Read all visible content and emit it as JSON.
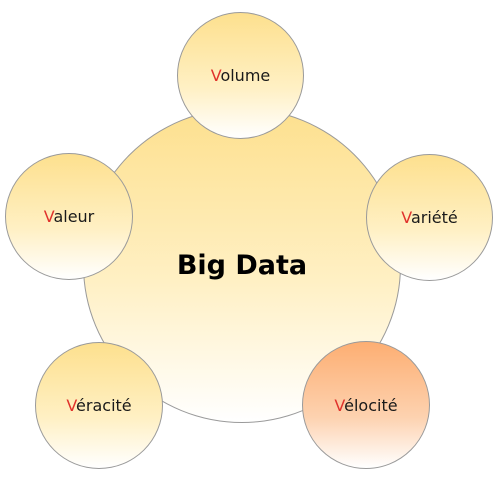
{
  "diagram": {
    "center": {
      "label": "Big Data"
    },
    "satellites": [
      {
        "first": "V",
        "rest": "olume"
      },
      {
        "first": "V",
        "rest": "ariété"
      },
      {
        "first": "V",
        "rest": "élocité"
      },
      {
        "first": "V",
        "rest": "éracité"
      },
      {
        "first": "V",
        "rest": "aleur"
      }
    ],
    "colors": {
      "circle_fill_top": "#fde08e",
      "circle_fill_bottom": "#ffffff",
      "highlight_fill_top": "#fdae72",
      "outline": "#9a9a9a",
      "initial_letter": "#e0322c",
      "text": "#1a1a1a"
    },
    "highlighted": "Vélocité"
  }
}
